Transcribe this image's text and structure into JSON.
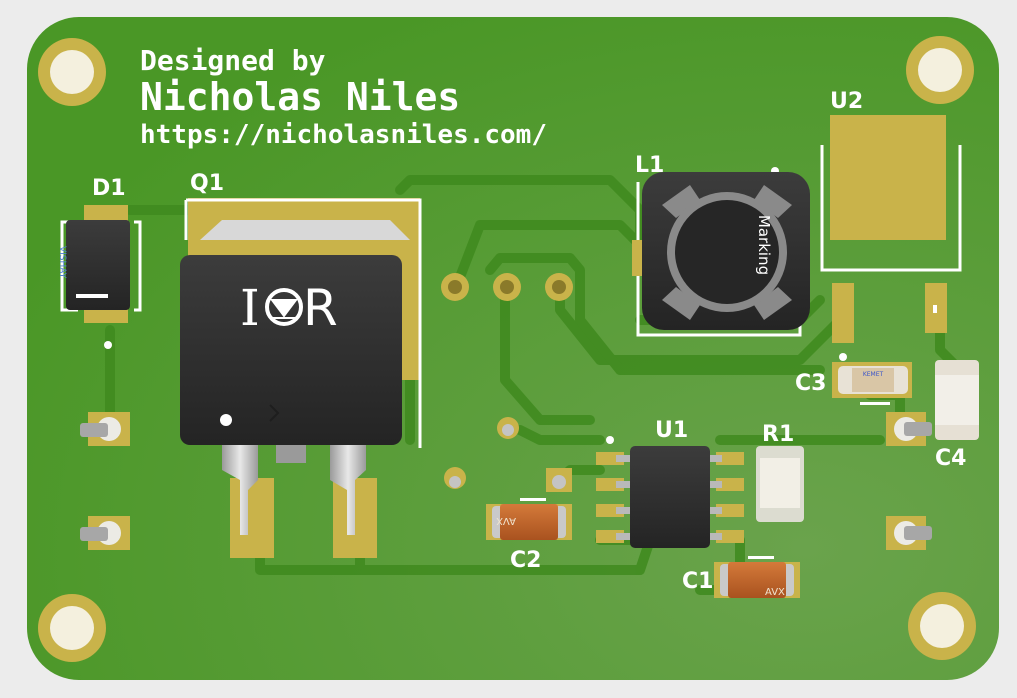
{
  "credits": {
    "line1": "Designed by",
    "line2": "Nicholas Niles",
    "line3": "https://nicholasniles.com/"
  },
  "designators": {
    "d1": "D1",
    "q1": "Q1",
    "l1": "L1",
    "u1": "U1",
    "u2": "U2",
    "r1": "R1",
    "c1": "C1",
    "c2": "C2",
    "c3": "C3",
    "c4": "C4"
  },
  "markings": {
    "q1_logo_left": "I",
    "q1_logo_right": "R",
    "l1_marking": "Marking",
    "c2_marking": "AVX",
    "c1_marking": "AVX",
    "c3_marking": "KEMET",
    "d1_marking": "VISHAY"
  },
  "colors": {
    "board": "#4e9a2a",
    "copper": "#c9b34a",
    "silkscreen": "#ffffff",
    "ic_body": "#2f2f2f",
    "tantalum": "#c8692a"
  }
}
